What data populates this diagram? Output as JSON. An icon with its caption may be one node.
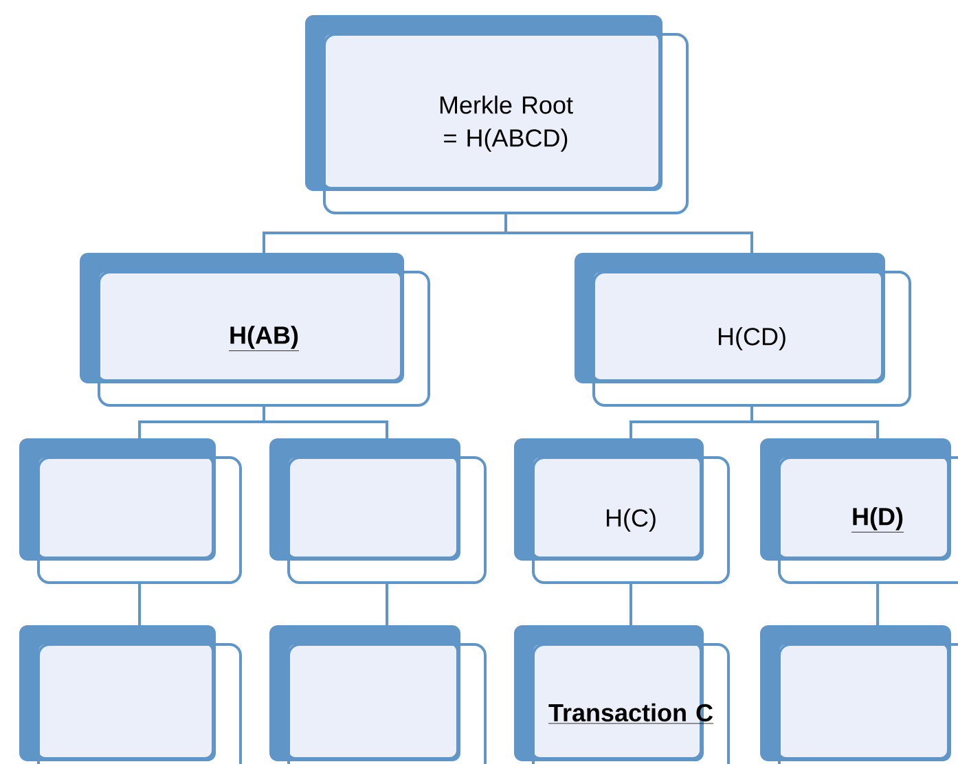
{
  "diagram": {
    "nodes": [
      {
        "text": [
          "Merkle Root = H(ABCD)"
        ]
      },
      {
        "text": [
          "H(AB)"
        ]
      },
      {
        "text": [
          "H(CD)"
        ]
      },
      {
        "text": [],
        "shape": "box"
      },
      {
        "text": [],
        "shape": "box"
      },
      {
        "text": [
          "H(C)"
        ]
      },
      {
        "text": [
          "H(D)"
        ]
      },
      {
        "text": [],
        "shape": "box"
      },
      {
        "text": [],
        "shape": "box"
      },
      {
        "text": [
          "Transaction C"
        ]
      },
      {
        "text": [],
        "shape": "box"
      }
    ],
    "edges": [
      {
        "from": 0,
        "to": 1,
        "arrow": "none"
      },
      {
        "from": 0,
        "to": 2,
        "arrow": "none"
      },
      {
        "from": 1,
        "to": 3,
        "arrow": "none"
      },
      {
        "from": 1,
        "to": 4,
        "arrow": "none"
      },
      {
        "from": 2,
        "to": 5,
        "arrow": "none"
      },
      {
        "from": 2,
        "to": 6,
        "arrow": "none"
      },
      {
        "from": 3,
        "to": 7,
        "arrow": "none"
      },
      {
        "from": 4,
        "to": 8,
        "arrow": "none"
      },
      {
        "from": 5,
        "to": 9,
        "arrow": "none"
      },
      {
        "from": 6,
        "to": 10,
        "arrow": "none"
      }
    ]
  }
}
